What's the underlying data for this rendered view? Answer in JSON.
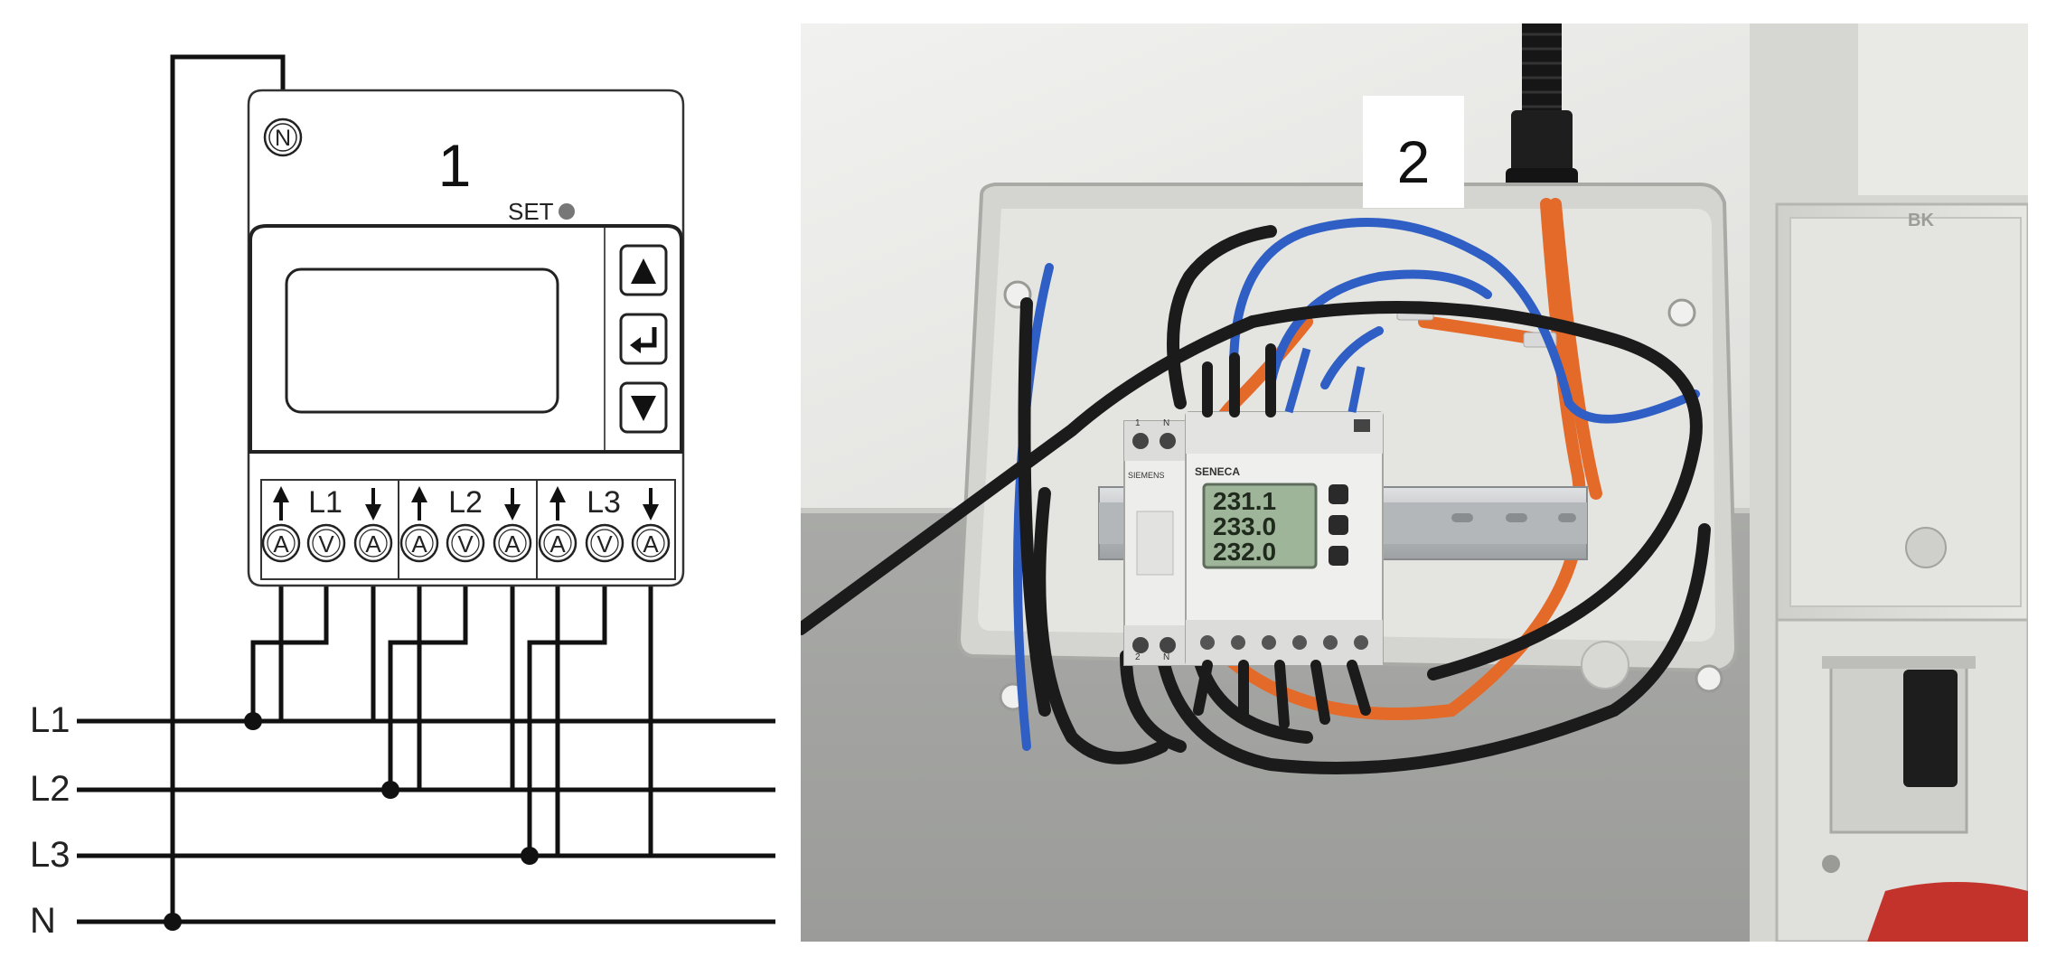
{
  "panel_1": {
    "label": "1",
    "set_label": "SET",
    "phases": [
      "L1",
      "L2",
      "L3"
    ],
    "terminal_letters": [
      "A",
      "V",
      "A",
      "A",
      "V",
      "A",
      "A",
      "V",
      "A"
    ],
    "neutral_terminal": "N",
    "lines": [
      "L1",
      "L2",
      "L3",
      "N"
    ]
  },
  "panel_2": {
    "label": "2",
    "meter_brand": "SENECA",
    "meter_readings": [
      "231.1",
      "233.0",
      "232.0"
    ],
    "breaker_brand": "SIEMENS",
    "breaker_terminals": [
      "1",
      "N",
      "2",
      "N"
    ],
    "enclosure_brand": "BK"
  },
  "colors": {
    "line": "#111111",
    "wall_upper": "#e9e9e7",
    "wall_lower": "#a4a5a2",
    "enclosure": "#d9d9d6",
    "din_rail": "#c4c7ca",
    "cable_blue": "#2f5fc4",
    "cable_orange": "#e46a2a",
    "cable_black": "#1b1b1b",
    "lcd": "#9fb59a"
  }
}
